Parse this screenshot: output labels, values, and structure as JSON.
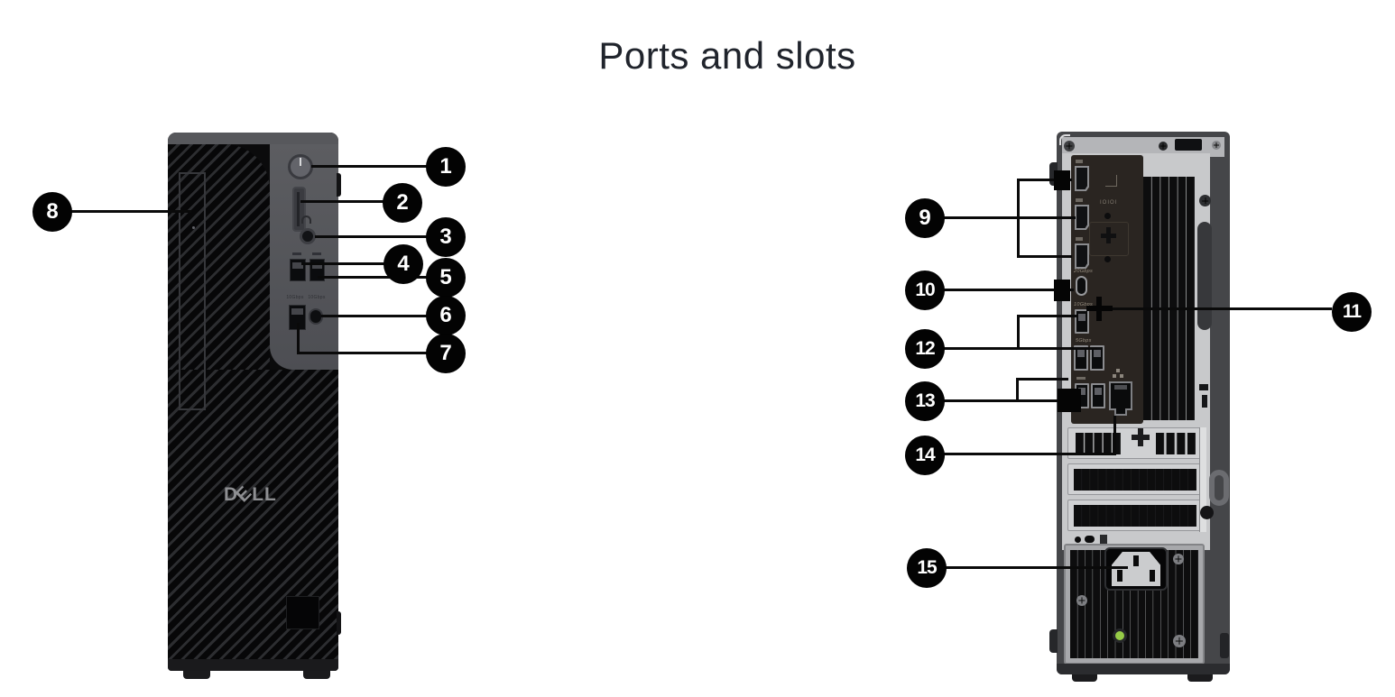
{
  "title": "Ports and slots",
  "brand": {
    "logo_d": "D",
    "logo_e": "E",
    "logo_ll": "LL"
  },
  "callouts": [
    {
      "number": "1",
      "target": "power-button"
    },
    {
      "number": "2",
      "target": "sd-card-reader"
    },
    {
      "number": "3",
      "target": "headset-jack"
    },
    {
      "number": "4",
      "target": "front-usb-port-1"
    },
    {
      "number": "5",
      "target": "front-usb-port-2"
    },
    {
      "number": "6",
      "target": "front-usb-c-port"
    },
    {
      "number": "7",
      "target": "front-usb-port-3"
    },
    {
      "number": "8",
      "target": "optical-drive-bay"
    },
    {
      "number": "9",
      "target": "displayports"
    },
    {
      "number": "10",
      "target": "rear-usb-c-port"
    },
    {
      "number": "11",
      "target": "cover-release-screw"
    },
    {
      "number": "12",
      "target": "rear-usb-ports-upper"
    },
    {
      "number": "13",
      "target": "rear-usb-ports-lower"
    },
    {
      "number": "14",
      "target": "ethernet-port"
    },
    {
      "number": "15",
      "target": "power-connector"
    }
  ],
  "front": {
    "usb_row2_labels": [
      "10Gbps",
      "10Gbps"
    ]
  },
  "rear": {
    "serial_label": "IOIOI",
    "usb_c_label": "20Gbps",
    "usb_10g_label": "10Gbps",
    "usb_5g_label": "5Gbps"
  }
}
